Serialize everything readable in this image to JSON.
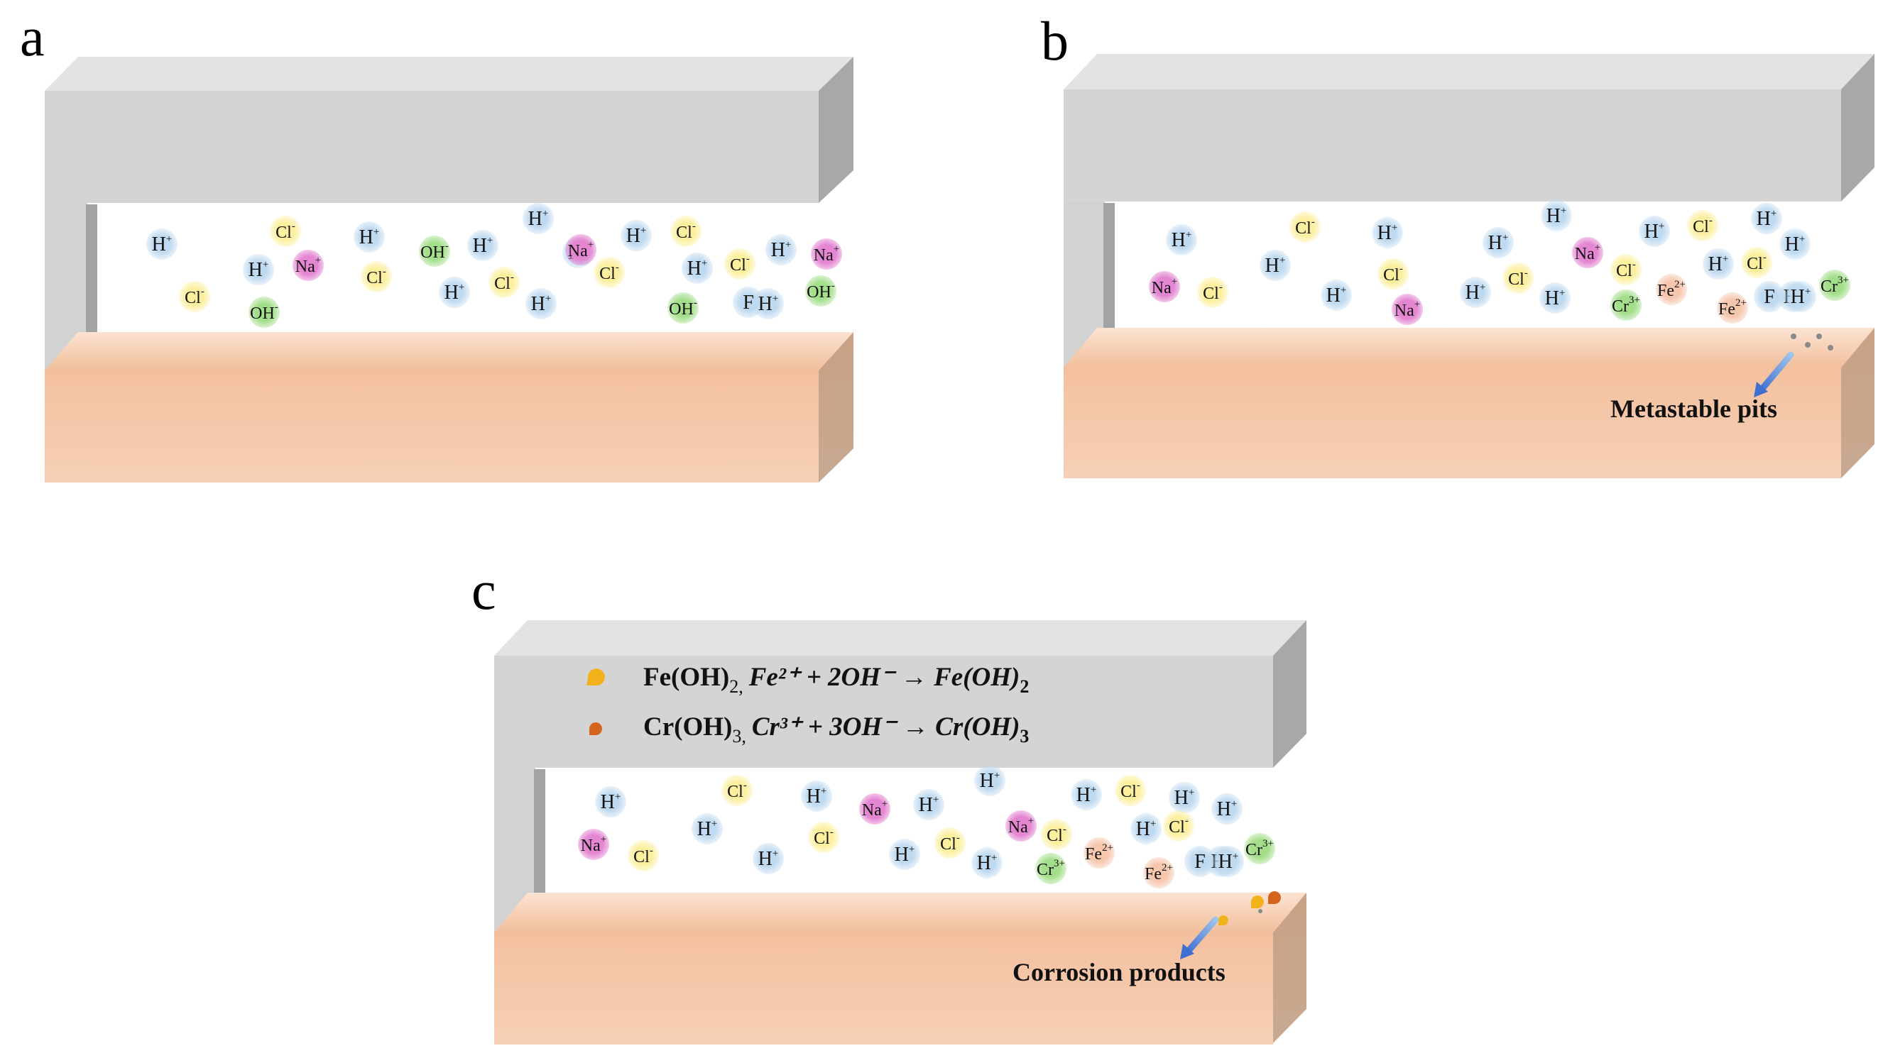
{
  "panels": [
    {
      "id": "a",
      "letter": "a",
      "annotation": "",
      "ions": [
        {
          "t": "H",
          "sup": "+",
          "c": "blue"
        },
        {
          "t": "Cl",
          "sup": "-",
          "c": "yellow"
        },
        {
          "t": "H",
          "sup": "+",
          "c": "blue"
        },
        {
          "t": "Na",
          "sup": "+",
          "c": "magenta"
        },
        {
          "t": "Cl",
          "sup": "-",
          "c": "yellow"
        },
        {
          "t": "H",
          "sup": "+",
          "c": "blue"
        },
        {
          "t": "OH",
          "sup": "-",
          "c": "green"
        },
        {
          "t": "H",
          "sup": "+",
          "c": "blue"
        },
        {
          "t": "OH",
          "sup": "-",
          "c": "green"
        },
        {
          "t": "Cl",
          "sup": "-",
          "c": "yellow"
        },
        {
          "t": "H",
          "sup": "+",
          "c": "blue"
        },
        {
          "t": "H",
          "sup": "+",
          "c": "blue"
        },
        {
          "t": "Cl",
          "sup": "-",
          "c": "yellow"
        },
        {
          "t": "H",
          "sup": "+",
          "c": "blue"
        },
        {
          "t": "H",
          "sup": "+",
          "c": "blue"
        },
        {
          "t": "Na",
          "sup": "+",
          "c": "magenta"
        },
        {
          "t": "Cl",
          "sup": "-",
          "c": "yellow"
        },
        {
          "t": "H",
          "sup": "+",
          "c": "blue"
        },
        {
          "t": "Cl",
          "sup": "-",
          "c": "yellow"
        },
        {
          "t": "OH",
          "sup": "-",
          "c": "green"
        },
        {
          "t": "H",
          "sup": "+",
          "c": "blue"
        },
        {
          "t": "Cl",
          "sup": "-",
          "c": "yellow"
        },
        {
          "t": "H",
          "sup": "+",
          "c": "blue"
        },
        {
          "t": "F",
          "sup": "",
          "c": "blue"
        },
        {
          "t": "H",
          "sup": "+",
          "c": "blue"
        },
        {
          "t": "Na",
          "sup": "+",
          "c": "magenta"
        },
        {
          "t": "OH",
          "sup": "-",
          "c": "green"
        }
      ]
    },
    {
      "id": "b",
      "letter": "b",
      "annotation": "Metastable pits",
      "ions": [
        {
          "t": "H",
          "sup": "+",
          "c": "blue"
        },
        {
          "t": "Na",
          "sup": "+",
          "c": "magenta"
        },
        {
          "t": "Cl",
          "sup": "-",
          "c": "yellow"
        },
        {
          "t": "Cl",
          "sup": "-",
          "c": "yellow"
        },
        {
          "t": "H",
          "sup": "+",
          "c": "blue"
        },
        {
          "t": "H",
          "sup": "+",
          "c": "blue"
        },
        {
          "t": "H",
          "sup": "+",
          "c": "blue"
        },
        {
          "t": "Cl",
          "sup": "-",
          "c": "yellow"
        },
        {
          "t": "Na",
          "sup": "+",
          "c": "magenta"
        },
        {
          "t": "H",
          "sup": "+",
          "c": "blue"
        },
        {
          "t": "H",
          "sup": "+",
          "c": "blue"
        },
        {
          "t": "Cl",
          "sup": "-",
          "c": "yellow"
        },
        {
          "t": "H",
          "sup": "+",
          "c": "blue"
        },
        {
          "t": "H",
          "sup": "+",
          "c": "blue"
        },
        {
          "t": "Na",
          "sup": "+",
          "c": "magenta"
        },
        {
          "t": "Cl",
          "sup": "-",
          "c": "yellow"
        },
        {
          "t": "H",
          "sup": "+",
          "c": "blue"
        },
        {
          "t": "Cr",
          "sup": "3+",
          "c": "green"
        },
        {
          "t": "H",
          "sup": "+",
          "c": "blue"
        },
        {
          "t": "Cl",
          "sup": "-",
          "c": "yellow"
        },
        {
          "t": "Fe",
          "sup": "2+",
          "c": "salmon"
        },
        {
          "t": "H",
          "sup": "+",
          "c": "blue"
        },
        {
          "t": "Cl",
          "sup": "-",
          "c": "yellow"
        },
        {
          "t": "Fe",
          "sup": "2+",
          "c": "salmon"
        },
        {
          "t": "H",
          "sup": "+",
          "c": "blue"
        },
        {
          "t": "F",
          "sup": "",
          "c": "blue"
        },
        {
          "t": "H",
          "sup": "+",
          "c": "blue"
        },
        {
          "t": "H",
          "sup": "+",
          "c": "blue"
        },
        {
          "t": "Cr",
          "sup": "3+",
          "c": "green"
        }
      ]
    },
    {
      "id": "c",
      "letter": "c",
      "annotation": "Corrosion products",
      "equations": [
        {
          "prefix": "Fe(OH)",
          "prefix_sub": "2,",
          "reaction": "Fe²⁺ + 2OH⁻ → Fe(OH)",
          "reaction_sub": "2",
          "color": "#f2b21c"
        },
        {
          "prefix": "Cr(OH)",
          "prefix_sub": "3,",
          "reaction": "Cr³⁺ + 3OH⁻ → Cr(OH)",
          "reaction_sub": "3",
          "color": "#d4631d"
        }
      ],
      "ions": [
        {
          "t": "H",
          "sup": "+",
          "c": "blue"
        },
        {
          "t": "Na",
          "sup": "+",
          "c": "magenta"
        },
        {
          "t": "Cl",
          "sup": "-",
          "c": "yellow"
        },
        {
          "t": "Cl",
          "sup": "-",
          "c": "yellow"
        },
        {
          "t": "H",
          "sup": "+",
          "c": "blue"
        },
        {
          "t": "H",
          "sup": "+",
          "c": "blue"
        },
        {
          "t": "H",
          "sup": "+",
          "c": "blue"
        },
        {
          "t": "Cl",
          "sup": "-",
          "c": "yellow"
        },
        {
          "t": "Na",
          "sup": "+",
          "c": "magenta"
        },
        {
          "t": "H",
          "sup": "+",
          "c": "blue"
        },
        {
          "t": "H",
          "sup": "+",
          "c": "blue"
        },
        {
          "t": "Cl",
          "sup": "-",
          "c": "yellow"
        },
        {
          "t": "H",
          "sup": "+",
          "c": "blue"
        },
        {
          "t": "H",
          "sup": "+",
          "c": "blue"
        },
        {
          "t": "Na",
          "sup": "+",
          "c": "magenta"
        },
        {
          "t": "Cl",
          "sup": "-",
          "c": "yellow"
        },
        {
          "t": "H",
          "sup": "+",
          "c": "blue"
        },
        {
          "t": "Cr",
          "sup": "3+",
          "c": "green"
        },
        {
          "t": "H",
          "sup": "+",
          "c": "blue"
        },
        {
          "t": "Cl",
          "sup": "-",
          "c": "yellow"
        },
        {
          "t": "Fe",
          "sup": "2+",
          "c": "salmon"
        },
        {
          "t": "H",
          "sup": "+",
          "c": "blue"
        },
        {
          "t": "Cl",
          "sup": "-",
          "c": "yellow"
        },
        {
          "t": "Fe",
          "sup": "2+",
          "c": "salmon"
        },
        {
          "t": "H",
          "sup": "+",
          "c": "blue"
        },
        {
          "t": "F",
          "sup": "",
          "c": "blue"
        },
        {
          "t": "H",
          "sup": "+",
          "c": "blue"
        },
        {
          "t": "H",
          "sup": "+",
          "c": "blue"
        },
        {
          "t": "Cr",
          "sup": "3+",
          "c": "green"
        }
      ]
    }
  ],
  "ion_colors": {
    "blue": "#bcd8ee",
    "yellow": "#fbeea0",
    "magenta": "#e58ad3",
    "green": "#a6df8e",
    "salmon": "#f5c8b0"
  },
  "slab_colors": {
    "top_face": "#e2e2e2",
    "top_front": "#d2d2d2",
    "top_side": "#a9a9a9",
    "wall": "#d0d0d0",
    "wall_dark": "#a0a0a0",
    "metal_top": "#f5c4a4",
    "metal_front": "#f3c7a8",
    "metal_side": "#c4a48a"
  }
}
